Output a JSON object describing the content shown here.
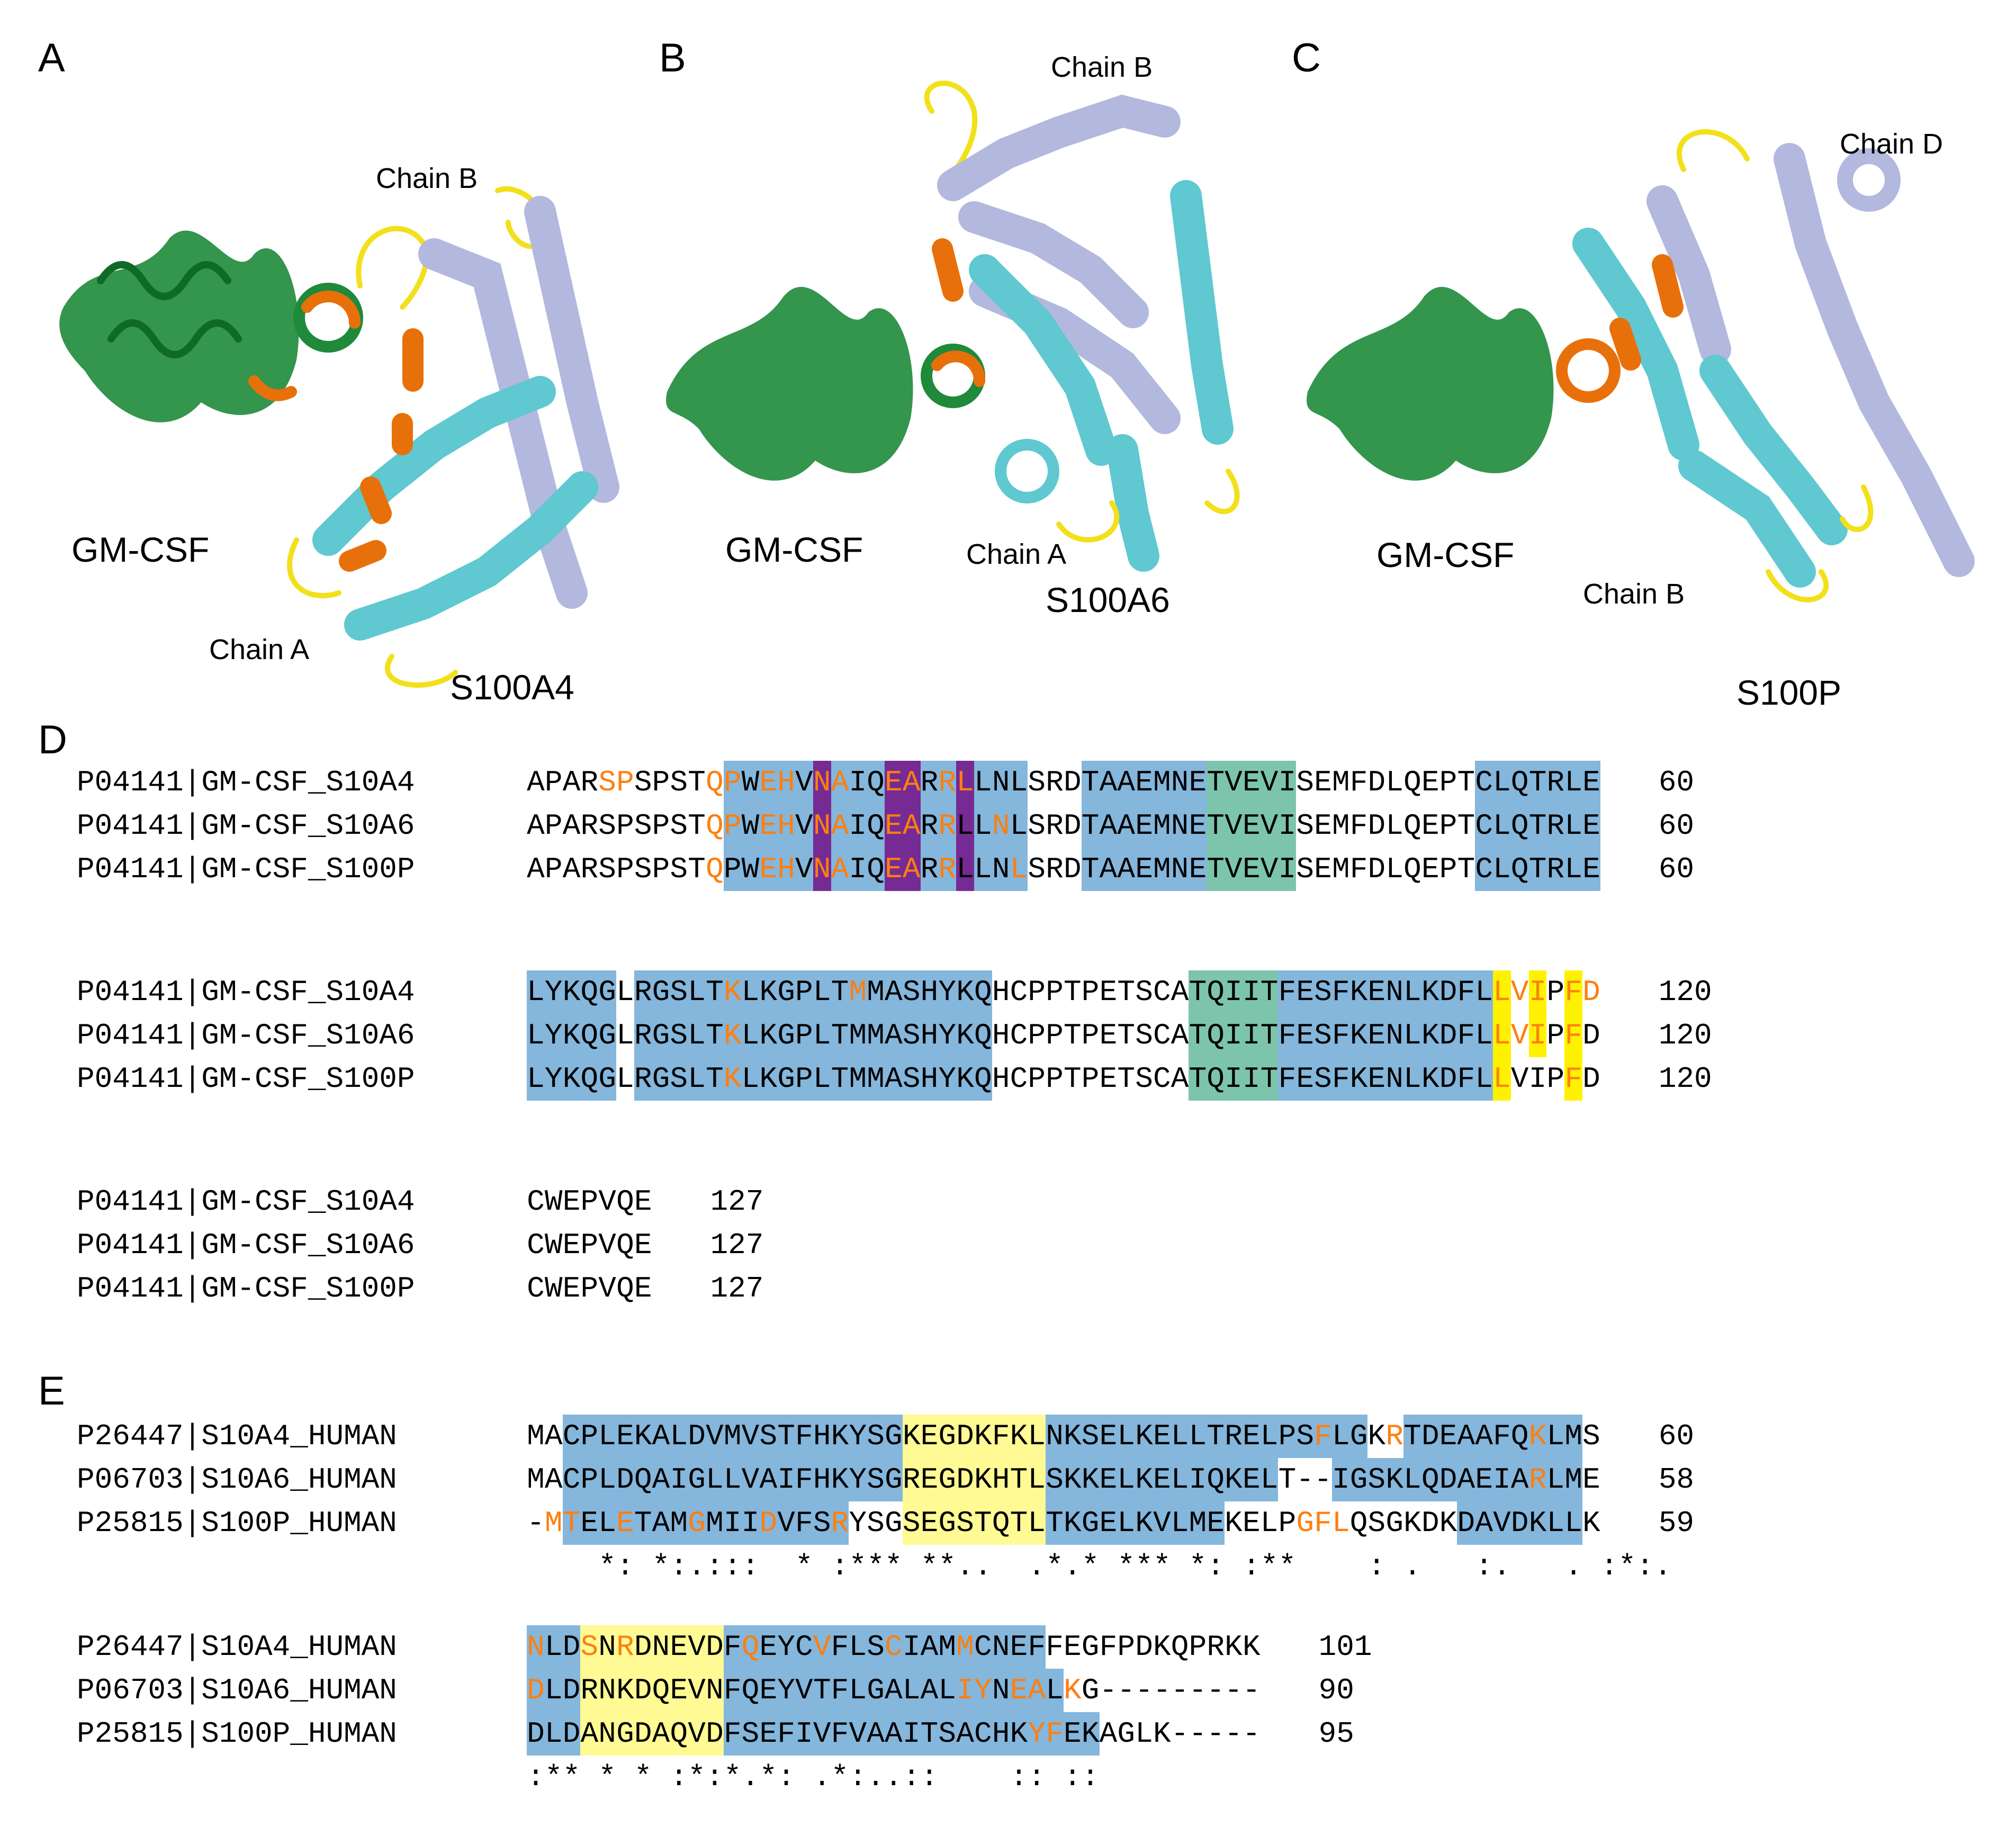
{
  "colors": {
    "helix_blue": "#85b6dc",
    "purple": "#762a93",
    "green_strand": "#7cc5ac",
    "yellow": "#fff200",
    "light_yellow": "#fffa94",
    "orange_text": "#ff7f0e",
    "gmcsf_green": "#1e8a3a",
    "chainA_cyan": "#5fc8d0",
    "chainB_lavender": "#b3b8de",
    "loop_yellow": "#f2e01a",
    "interface_orange": "#e8700a"
  },
  "panels": {
    "A": {
      "letter": "A",
      "gmcsf_label": "GM-CSF",
      "chain_a": "Chain A",
      "chain_b": "Chain B",
      "protein": "S100A4"
    },
    "B": {
      "letter": "B",
      "gmcsf_label": "GM-CSF",
      "chain_a": "Chain A",
      "chain_b": "Chain B",
      "protein": "S100A6"
    },
    "C": {
      "letter": "C",
      "gmcsf_label": "GM-CSF",
      "chain_b": "Chain B",
      "chain_d": "Chain D",
      "protein": "S100P"
    },
    "D": {
      "letter": "D"
    },
    "E": {
      "letter": "E"
    }
  },
  "alignment_D": {
    "blocks": [
      {
        "rows": [
          {
            "name": "P04141|GM-CSF_S10A4",
            "seq": "APARSPSPSTQPWEHVNAIQEARRLLNLSRDTAAEMNETVEVISEMFDLQEPTCLQTRLE",
            "end": "60",
            "orange": [
              4,
              5,
              10,
              11,
              13,
              14,
              16,
              17,
              20,
              21,
              23,
              24
            ]
          },
          {
            "name": "P04141|GM-CSF_S10A6",
            "seq": "APARSPSPSTQPWEHVNAIQEARRLLNLSRDTAAEMNETVEVISEMFDLQEPTCLQTRLE",
            "end": "60",
            "orange": [
              10,
              11,
              13,
              14,
              16,
              17,
              20,
              21,
              23,
              26
            ]
          },
          {
            "name": "P04141|GM-CSF_S100P",
            "seq": "APARSPSPSTQPWEHVNAIQEARRLLNLSRDTAAEMNETVEVISEMFDLQEPTCLQTRLE",
            "end": "60",
            "orange": [
              10,
              13,
              14,
              16,
              17,
              20,
              21,
              23,
              27
            ]
          }
        ],
        "bg": [
          {
            "from": 11,
            "to": 27,
            "cls": "bg-b"
          },
          {
            "from": 16,
            "to": 16,
            "cls": "bg-p"
          },
          {
            "from": 20,
            "to": 21,
            "cls": "bg-p"
          },
          {
            "from": 24,
            "to": 24,
            "cls": "bg-p"
          },
          {
            "from": 31,
            "to": 37,
            "cls": "bg-b"
          },
          {
            "from": 38,
            "to": 42,
            "cls": "bg-g"
          },
          {
            "from": 53,
            "to": 59,
            "cls": "bg-b"
          }
        ]
      },
      {
        "rows": [
          {
            "name": "P04141|GM-CSF_S10A4",
            "seq": "LYKQGLRGSLTKLKGPLTMMASHYKQHCPPTPETSCATQIITFESFKENLKDFLLVIPFD",
            "end": "120",
            "orange": [
              11,
              18,
              54,
              55,
              56,
              58,
              59
            ]
          },
          {
            "name": "P04141|GM-CSF_S10A6",
            "seq": "LYKQGLRGSLTKLKGPLTMMASHYKQHCPPTPETSCATQIITFESFKENLKDFLLVIPFD",
            "end": "120",
            "orange": [
              11,
              54,
              55,
              56,
              58
            ]
          },
          {
            "name": "P04141|GM-CSF_S100P",
            "seq": "LYKQGLRGSLTKLKGPLTMMASHYKQHCPPTPETSCATQIITFESFKENLKDFLLVIPFD",
            "end": "120",
            "orange": [
              11,
              54,
              58
            ]
          }
        ],
        "bg": [
          {
            "from": 0,
            "to": 4,
            "cls": "bg-b"
          },
          {
            "from": 6,
            "to": 25,
            "cls": "bg-b"
          },
          {
            "from": 37,
            "to": 41,
            "cls": "bg-g"
          },
          {
            "from": 42,
            "to": 53,
            "cls": "bg-b"
          }
        ],
        "yellow_cols": [
          {
            "col": 54,
            "rows": [
              0,
              1,
              2
            ]
          },
          {
            "col": 56,
            "rows": [
              0,
              1
            ]
          },
          {
            "col": 58,
            "rows": [
              0,
              1,
              2
            ]
          }
        ]
      },
      {
        "rows": [
          {
            "name": "P04141|GM-CSF_S10A4",
            "seq": "CWEPVQE",
            "end": "127",
            "orange": []
          },
          {
            "name": "P04141|GM-CSF_S10A6",
            "seq": "CWEPVQE",
            "end": "127",
            "orange": []
          },
          {
            "name": "P04141|GM-CSF_S100P",
            "seq": "CWEPVQE",
            "end": "127",
            "orange": []
          }
        ],
        "bg": []
      }
    ]
  },
  "alignment_E": {
    "blocks": [
      {
        "rows": [
          {
            "name": "P26447|S10A4_HUMAN",
            "seq": "MACPLEKALDVMVSTFHKYSGKEGDKFKLNKSELKELLTRELPSFLGKRTDEAAFQKLMS",
            "end": "60",
            "orange": [
              44,
              48,
              56
            ],
            "bg": [
              {
                "from": 2,
                "to": 20,
                "cls": "bg-b"
              },
              {
                "from": 21,
                "to": 28,
                "cls": "bg-ly"
              },
              {
                "from": 29,
                "to": 46,
                "cls": "bg-b"
              },
              {
                "from": 49,
                "to": 58,
                "cls": "bg-b"
              }
            ]
          },
          {
            "name": "P06703|S10A6_HUMAN",
            "seq": "MACPLDQAIGLLVAIFHKYSGREGDKHTLSKKELKELIQKELT--IGSKLQDAEIARLME",
            "end": "58",
            "orange": [
              56
            ],
            "bg": [
              {
                "from": 2,
                "to": 20,
                "cls": "bg-b"
              },
              {
                "from": 21,
                "to": 28,
                "cls": "bg-ly"
              },
              {
                "from": 29,
                "to": 41,
                "cls": "bg-b"
              },
              {
                "from": 45,
                "to": 58,
                "cls": "bg-b"
              }
            ]
          },
          {
            "name": "P25815|S100P_HUMAN",
            "seq": "-MTELETAMGMIIDVFSRYSGSEGSTQTLTKGELKVLMEKELPGFLQSGKDKDAVDKLLK",
            "end": "59",
            "orange": [
              1,
              2,
              5,
              9,
              13,
              17,
              43,
              44,
              45
            ],
            "bg": [
              {
                "from": 2,
                "to": 17,
                "cls": "bg-b"
              },
              {
                "from": 21,
                "to": 28,
                "cls": "bg-ly"
              },
              {
                "from": 29,
                "to": 38,
                "cls": "bg-b"
              },
              {
                "from": 52,
                "to": 58,
                "cls": "bg-b"
              }
            ]
          }
        ],
        "consensus": "    *: *:.:::  * :*** **..  .*.* *** *: :**    : .   :.   . :*:."
      },
      {
        "rows": [
          {
            "name": "P26447|S10A4_HUMAN",
            "seq": "NLDSNRDNEVDFQEYCVFLSCIAMMCNEFFEGFPDKQPRKK",
            "end": "101",
            "orange": [
              0,
              3,
              5,
              12,
              16,
              20,
              24
            ],
            "bg": [
              {
                "from": 0,
                "to": 2,
                "cls": "bg-b"
              },
              {
                "from": 3,
                "to": 10,
                "cls": "bg-ly"
              },
              {
                "from": 11,
                "to": 28,
                "cls": "bg-b"
              }
            ]
          },
          {
            "name": "P06703|S10A6_HUMAN",
            "seq": "DLDRNKDQEVNFQEYVTFLGALALIYNEALKG---------",
            "end": "90",
            "orange": [
              0,
              24,
              25,
              27,
              28,
              30
            ],
            "bg": [
              {
                "from": 0,
                "to": 2,
                "cls": "bg-b"
              },
              {
                "from": 3,
                "to": 10,
                "cls": "bg-ly"
              },
              {
                "from": 11,
                "to": 29,
                "cls": "bg-b"
              }
            ]
          },
          {
            "name": "P25815|S100P_HUMAN",
            "seq": "DLDANGDAQVDFSEFIVFVAAITSACHKYFEKAGLK-----",
            "end": "95",
            "orange": [
              28,
              29
            ],
            "bg": [
              {
                "from": 0,
                "to": 2,
                "cls": "bg-b"
              },
              {
                "from": 3,
                "to": 10,
                "cls": "bg-ly"
              },
              {
                "from": 11,
                "to": 31,
                "cls": "bg-b"
              }
            ]
          }
        ],
        "consensus": ":** * * :*:*.*: .*:..::    :: ::"
      }
    ]
  }
}
